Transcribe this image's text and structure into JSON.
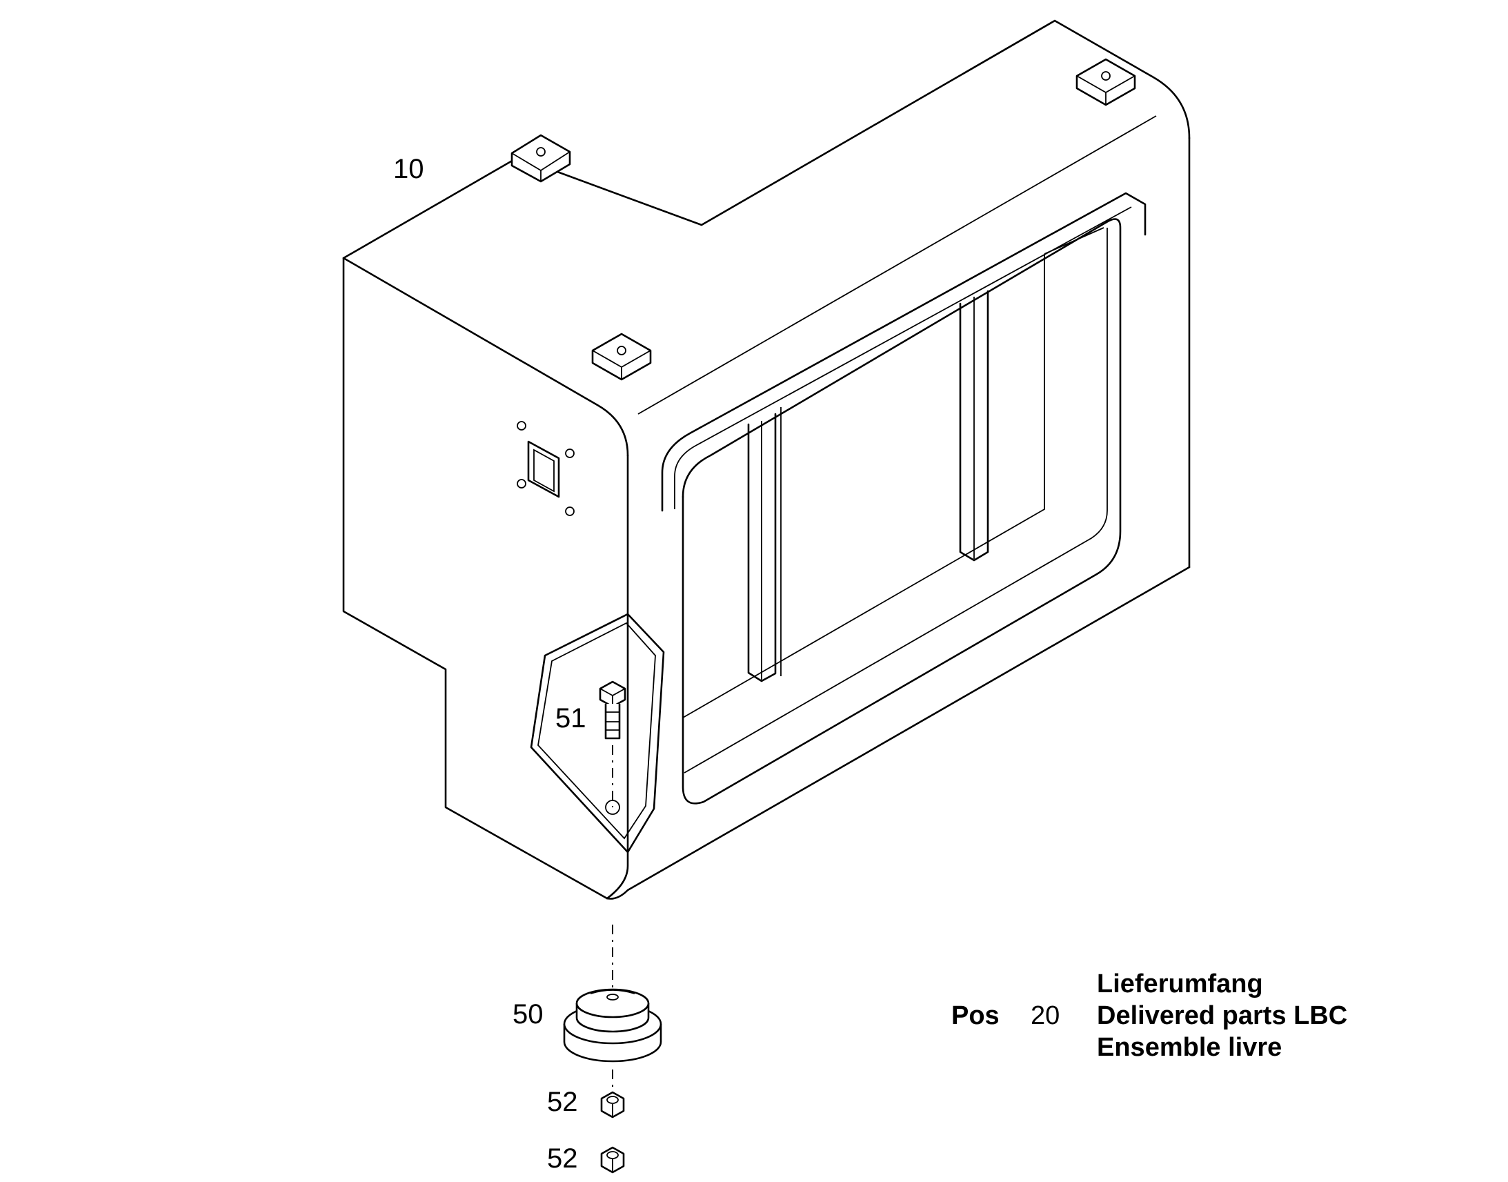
{
  "callouts": {
    "p10": "10",
    "p51": "51",
    "p50": "50",
    "p52a": "52",
    "p52b": "52"
  },
  "legend": {
    "pos_label": "Pos",
    "pos_number": "20",
    "line1": "Lieferumfang",
    "line2": "Delivered parts LBC",
    "line3": "Ensemble livre"
  }
}
